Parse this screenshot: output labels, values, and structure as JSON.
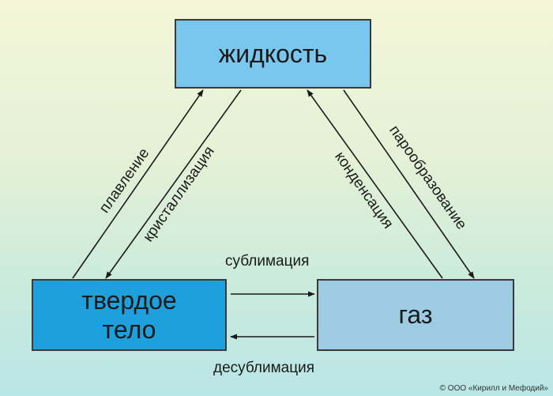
{
  "nodes": {
    "liquid": "жидкость",
    "solid_line1": "твердое",
    "solid_line2": "тело",
    "gas": "газ"
  },
  "transitions": {
    "melting": "плавление",
    "crystallization": "кристаллизация",
    "condensation": "конденсация",
    "vaporization": "парообразование",
    "sublimation": "сублимация",
    "desublimation": "десублимация"
  },
  "copyright": "© ООО «Кирилл и Мефодий»",
  "colors": {
    "liquid_fill": "#79c6ee",
    "solid_fill": "#1ea0dd",
    "gas_fill": "#9dcbe1",
    "arrow": "#1a1a1a"
  }
}
